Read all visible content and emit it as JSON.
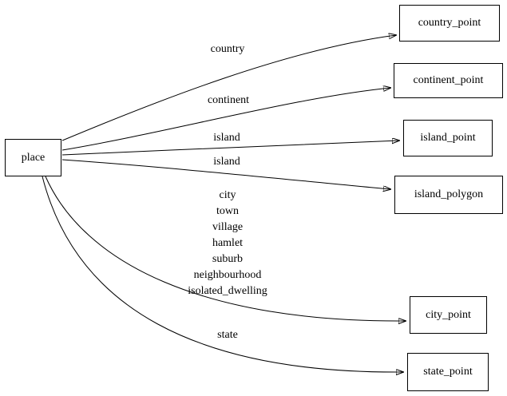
{
  "diagram": {
    "background_color": "#ffffff",
    "line_color": "#000000",
    "nodes": {
      "place": {
        "label": "place"
      },
      "country_point": {
        "label": "country_point"
      },
      "continent_point": {
        "label": "continent_point"
      },
      "island_point": {
        "label": "island_point"
      },
      "island_polygon": {
        "label": "island_polygon"
      },
      "city_point": {
        "label": "city_point"
      },
      "state_point": {
        "label": "state_point"
      }
    },
    "edges": [
      {
        "from": "place",
        "to": "country_point",
        "label": "country"
      },
      {
        "from": "place",
        "to": "continent_point",
        "label": "continent"
      },
      {
        "from": "place",
        "to": "island_point",
        "label": "island"
      },
      {
        "from": "place",
        "to": "island_polygon",
        "label": "island"
      },
      {
        "from": "place",
        "to": "city_point",
        "label": "city\ntown\nvillage\nhamlet\nsuburb\nneighbourhood\nisolated_dwelling"
      },
      {
        "from": "place",
        "to": "state_point",
        "label": "state"
      }
    ]
  }
}
